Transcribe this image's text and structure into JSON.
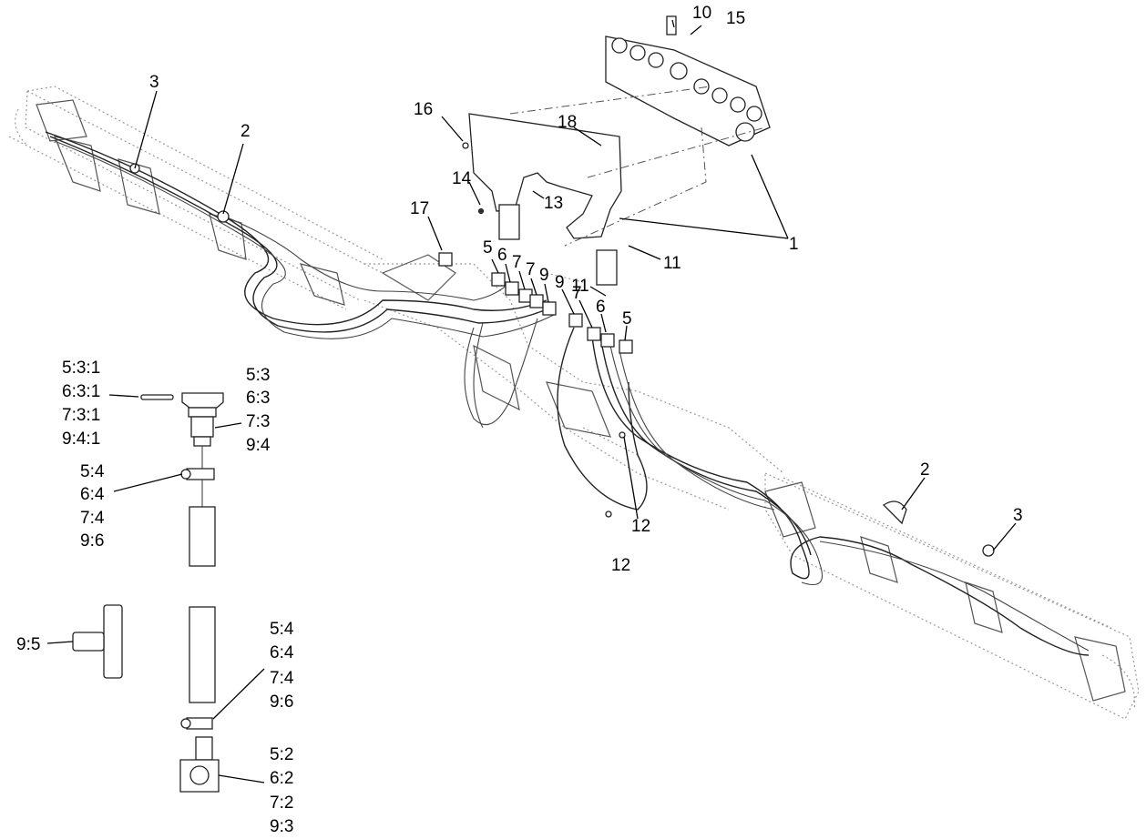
{
  "callouts": {
    "c10": "10",
    "c15": "15",
    "c16": "16",
    "c18": "18",
    "c14": "14",
    "c13": "13",
    "c17": "17",
    "c1": "1",
    "c11a": "11",
    "c11b": "11",
    "c3_left": "3",
    "c2_left": "2",
    "c5_left": "5",
    "c6_left": "6",
    "c7_left_a": "7",
    "c7_left_b": "7",
    "c9_left": "9",
    "c9_right": "9",
    "c7_right": "7",
    "c6_right": "6",
    "c5_right": "5",
    "c12a": "12",
    "c12b": "12",
    "c2_right": "2",
    "c3_right": "3"
  },
  "detail_labels": {
    "tl1": "5:3:1",
    "tl2": "6:3:1",
    "tl3": "7:3:1",
    "tl4": "9:4:1",
    "tr1": "5:3",
    "tr2": "6:3",
    "tr3": "7:3",
    "tr4": "9:4",
    "ml1": "5:4",
    "ml2": "6:4",
    "ml3": "7:4",
    "ml4": "9:6",
    "tee": "9:5",
    "br1": "5:4",
    "br2": "6:4",
    "br3": "7:4",
    "br4": "9:6",
    "bb1": "5:2",
    "bb2": "6:2",
    "bb3": "7:2",
    "bb4": "9:3"
  }
}
